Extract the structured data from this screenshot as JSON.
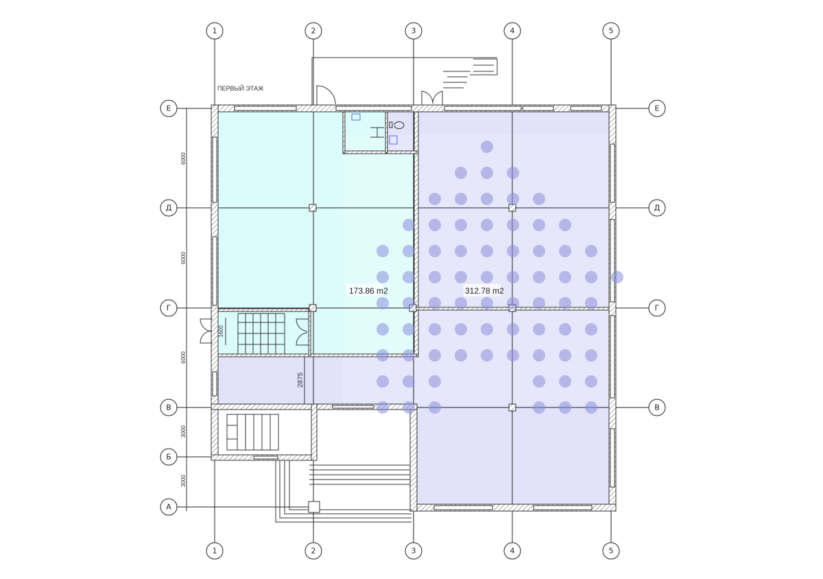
{
  "plan": {
    "title": "ПЕРВЫЙ ЭТАЖ",
    "columns": [
      "1",
      "2",
      "3",
      "4",
      "5"
    ],
    "rows": [
      "Е",
      "Д",
      "Г",
      "В",
      "Б",
      "А"
    ],
    "areas": {
      "left": "173.86 m2",
      "right": "312.78 m2"
    },
    "dimensions": {
      "spans": [
        "6000",
        "6000",
        "6000",
        "3000",
        "3000"
      ],
      "stair_width": "1600",
      "corridor": "2875"
    },
    "colors": {
      "zone_left": "#dcfcfc",
      "zone_right": "#e2e2fb",
      "seats": "#8b90d8"
    }
  }
}
